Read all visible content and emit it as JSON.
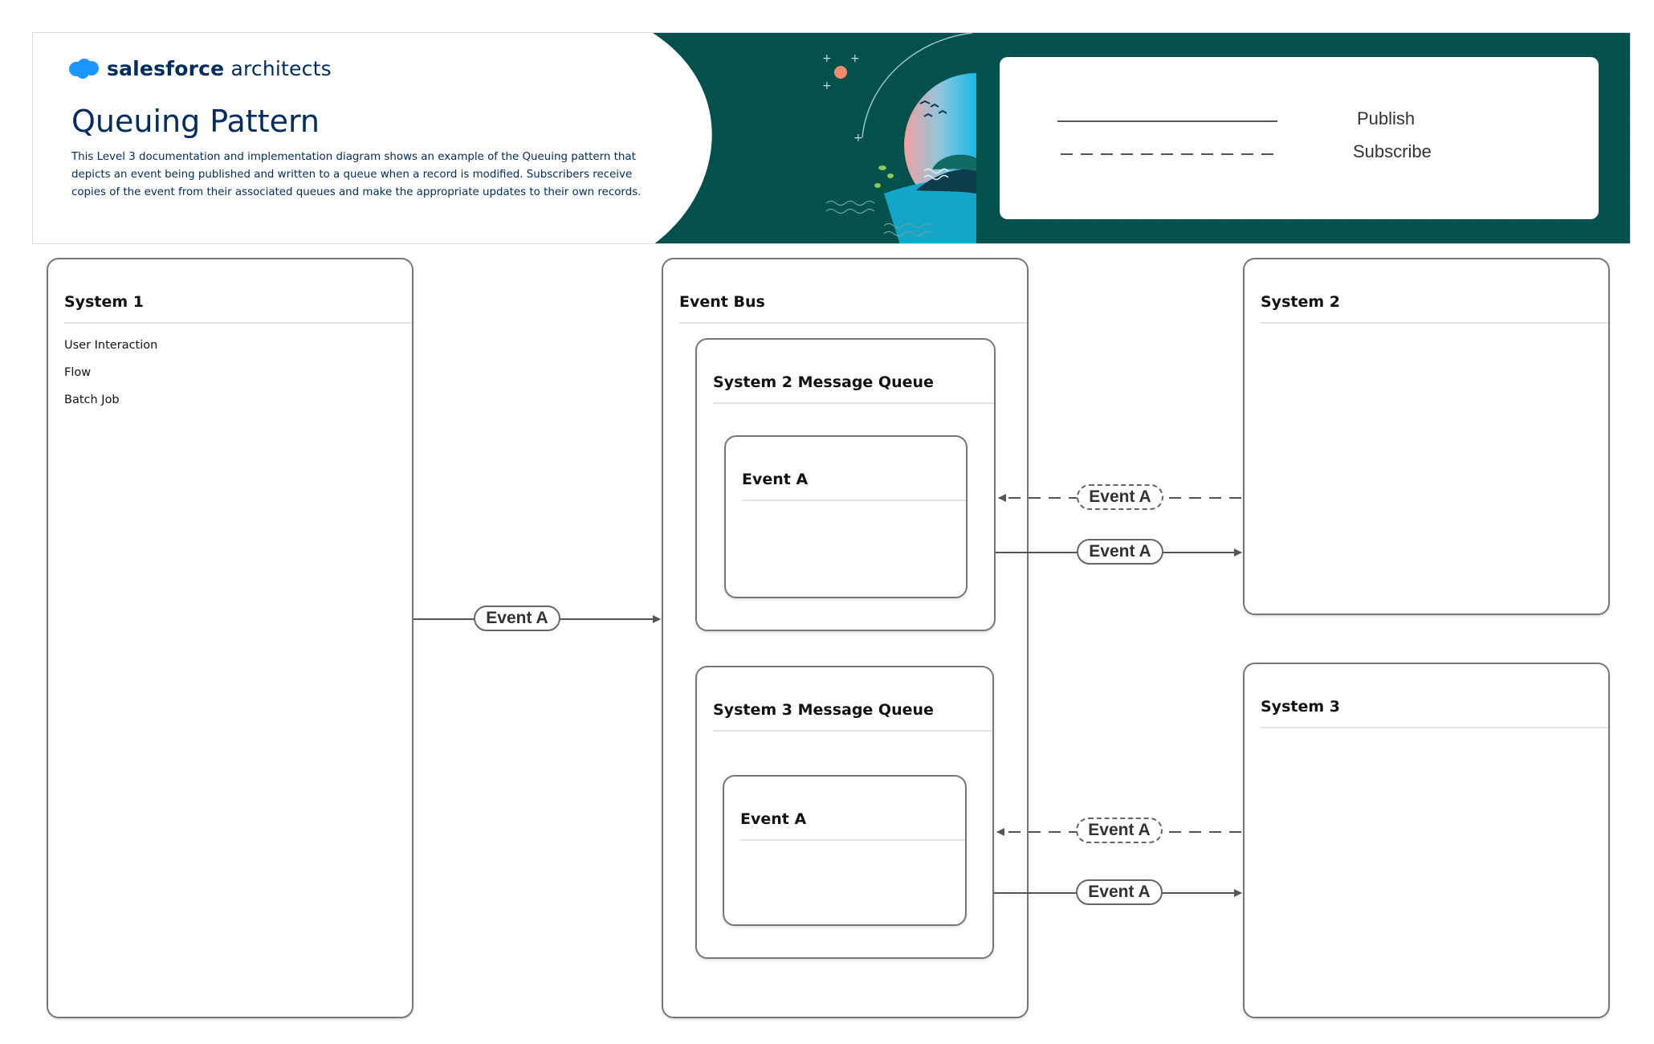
{
  "header": {
    "brand_bold": "salesforce",
    "brand_rest": "architects",
    "title": "Queuing Pattern",
    "description": "This Level 3 documentation and implementation diagram  shows an example of the Queuing pattern that depicts an event being published  and written to a queue when a record is modified.  Subscribers receive copies of the event from their associated queues and make the appropriate updates to their own records.",
    "logo_icon": "salesforce-cloud-icon",
    "colors": {
      "brand_blue": "#032d60",
      "cloud_blue": "#1b96ff",
      "banner_teal": "#03504d"
    }
  },
  "legend": {
    "publish_label": "Publish",
    "subscribe_label": "Subscribe"
  },
  "systems": {
    "system1": {
      "title": "System 1",
      "items": [
        "User Interaction",
        "Flow",
        "Batch Job"
      ]
    },
    "event_bus": {
      "title": "Event Bus"
    },
    "system2_queue": {
      "title": "System 2 Message Queue",
      "event_title": "Event A"
    },
    "system3_queue": {
      "title": "System 3 Message Queue",
      "event_title": "Event A"
    },
    "system2": {
      "title": "System 2"
    },
    "system3": {
      "title": "System 3"
    }
  },
  "connectors": {
    "publish_event": "Event A",
    "s2_subscribe": "Event A",
    "s2_publish": "Event A",
    "s3_subscribe": "Event A",
    "s3_publish": "Event A"
  }
}
